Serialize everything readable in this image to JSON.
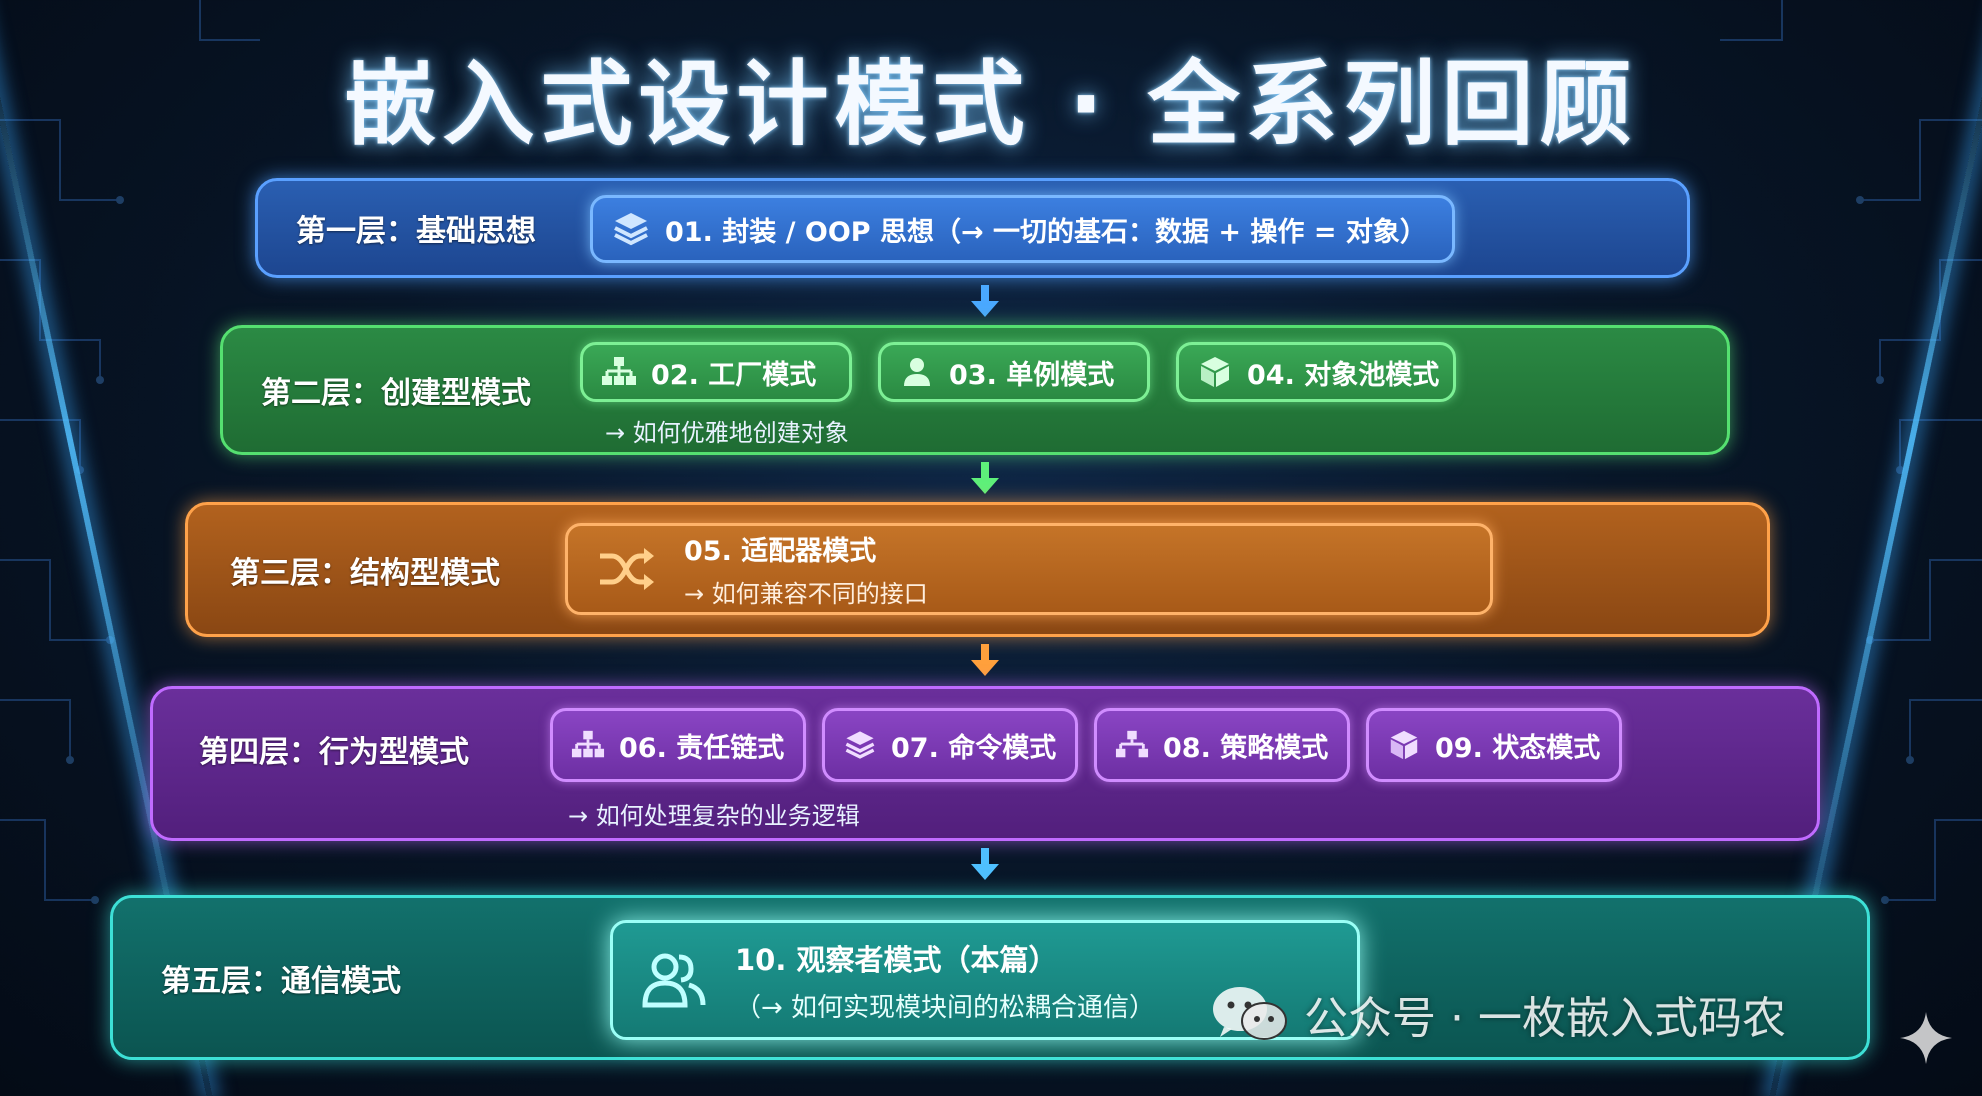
{
  "title": "嵌入式设计模式 · 全系列回顾",
  "layers": [
    {
      "label": "第一层：基础思想",
      "items": [
        {
          "icon": "layers-icon",
          "text": "01. 封装 / OOP 思想（→ 一切的基石：数据 + 操作 = 对象）"
        }
      ],
      "subtitle": ""
    },
    {
      "label": "第二层：创建型模式",
      "items": [
        {
          "icon": "hierarchy-icon",
          "text": "02. 工厂模式"
        },
        {
          "icon": "user-icon",
          "text": "03. 单例模式"
        },
        {
          "icon": "boxes-icon",
          "text": "04. 对象池模式"
        }
      ],
      "subtitle": "→ 如何优雅地创建对象"
    },
    {
      "label": "第三层：结构型模式",
      "items": [
        {
          "icon": "shuffle-icon",
          "text": "05. 适配器模式",
          "note": "→ 如何兼容不同的接口"
        }
      ],
      "subtitle": ""
    },
    {
      "label": "第四层：行为型模式",
      "items": [
        {
          "icon": "hierarchy-icon",
          "text": "06. 责任链式"
        },
        {
          "icon": "layers-icon",
          "text": "07. 命令模式"
        },
        {
          "icon": "hierarchy-icon",
          "text": "08. 策略模式"
        },
        {
          "icon": "cube-icon",
          "text": "09. 状态模式"
        }
      ],
      "subtitle": "→ 如何处理复杂的业务逻辑"
    },
    {
      "label": "第五层：通信模式",
      "items": [
        {
          "icon": "users-icon",
          "text": "10. 观察者模式（本篇）",
          "note": "（→ 如何实现模块间的松耦合通信）"
        }
      ],
      "subtitle": ""
    }
  ],
  "colors": {
    "layer1": "#2a5fb2",
    "layer2": "#2b8a44",
    "layer3": "#b2621e",
    "layer4": "#6a2f9b",
    "layer5": "#12716c",
    "arrow1": "#4aa8ff",
    "arrow2": "#5ef07a",
    "arrow3": "#ffa03c",
    "arrow4": "#4fc0ff"
  },
  "watermark": {
    "icon": "wechat-icon",
    "text": "公众号 · 一枚嵌入式码农"
  }
}
